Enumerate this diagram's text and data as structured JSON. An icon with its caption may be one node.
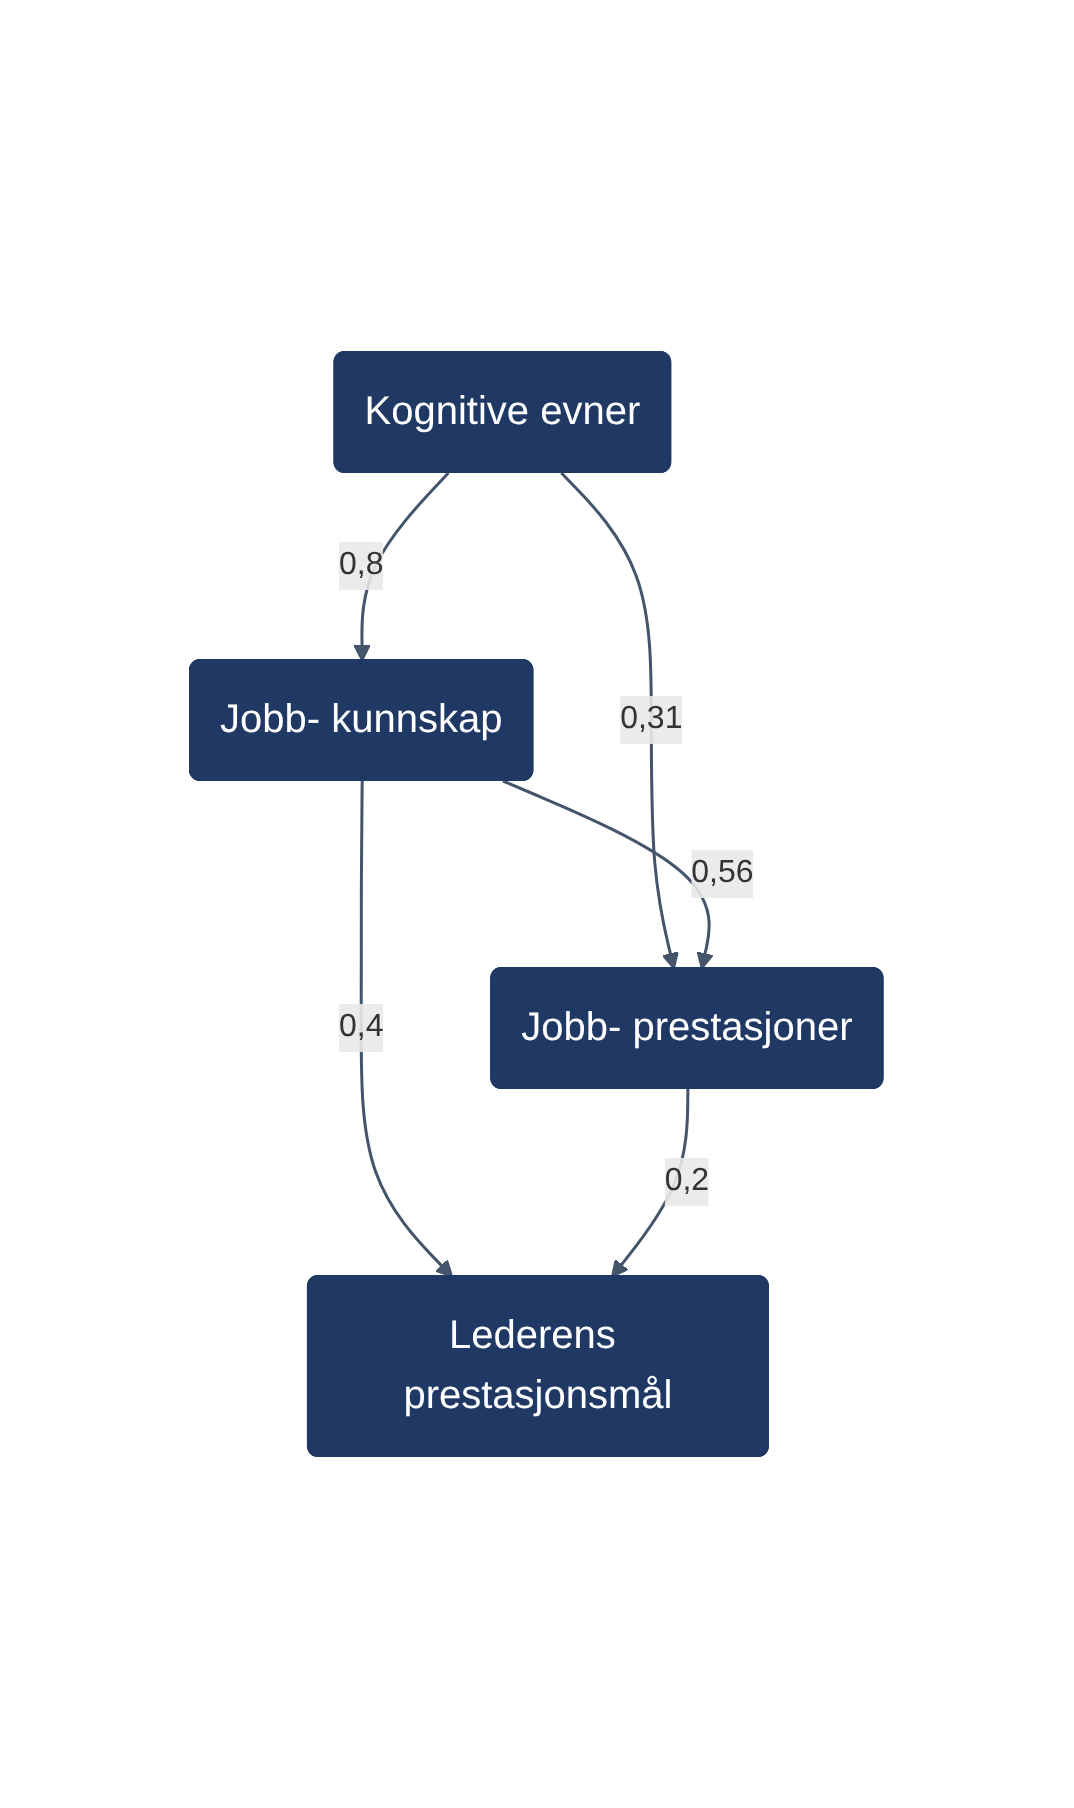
{
  "diagram": {
    "nodes": [
      {
        "text": [
          "Kognitive evner"
        ]
      },
      {
        "text": [
          "Jobb- kunnskap"
        ]
      },
      {
        "text": [
          "Jobb- prestasjoner"
        ]
      },
      {
        "text": [
          "Lederens prestasjonsmål"
        ]
      }
    ],
    "edges": [
      {
        "from": 0,
        "to": 1,
        "arrow": "to",
        "label": "0,8"
      },
      {
        "from": 0,
        "to": 2,
        "arrow": "to",
        "label": "0,31"
      },
      {
        "from": 1,
        "to": 2,
        "arrow": "to",
        "label": "0,56"
      },
      {
        "from": 1,
        "to": 3,
        "arrow": "to",
        "label": "0,4"
      },
      {
        "from": 2,
        "to": 3,
        "arrow": "to",
        "label": "0,2"
      }
    ]
  }
}
